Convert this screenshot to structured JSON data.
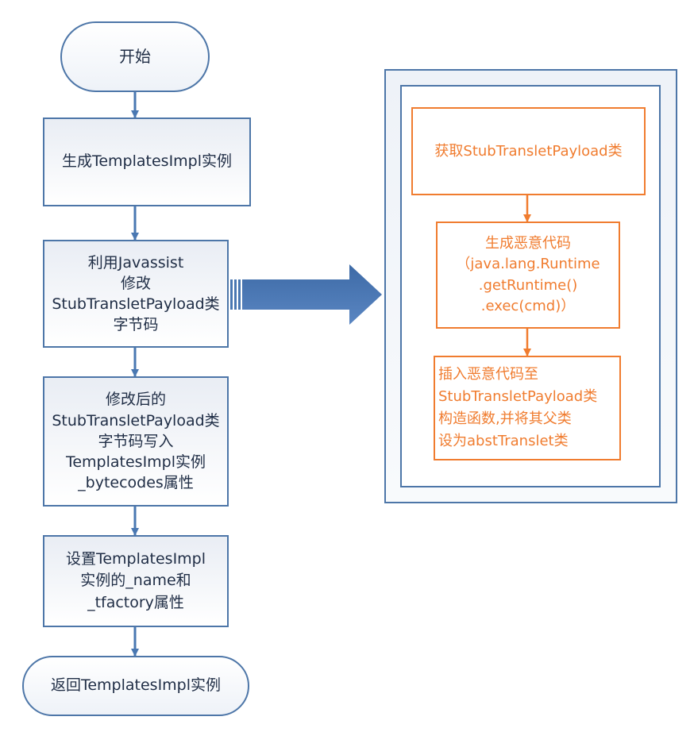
{
  "colors": {
    "blue_border": "#4d76a8",
    "blue_arrow": "#4a78b2",
    "orange": "#f07c2f",
    "text_dark": "#1f2d45"
  },
  "flow": {
    "start": "开始",
    "step1": "生成TemplatesImpl实例",
    "step2": [
      "利用Javassist",
      "修改",
      "StubTransletPayload类",
      "字节码"
    ],
    "step3": [
      "修改后的",
      "StubTransletPayload类",
      "字节码写入",
      "TemplatesImpl实例",
      "_bytecodes属性"
    ],
    "step4": [
      "设置TemplatesImpl",
      "实例的_name和",
      "_tfactory属性"
    ],
    "end": "返回TemplatesImpl实例"
  },
  "detail": {
    "box1": "获取StubTransletPayload类",
    "box2": [
      "生成恶意代码",
      "（java.lang.Runtime",
      ".getRuntime()",
      ".exec(cmd)）"
    ],
    "box3": [
      "插入恶意代码至",
      "StubTransletPayload类",
      "构造函数,并将其父类",
      "设为abstTranslet类"
    ]
  }
}
